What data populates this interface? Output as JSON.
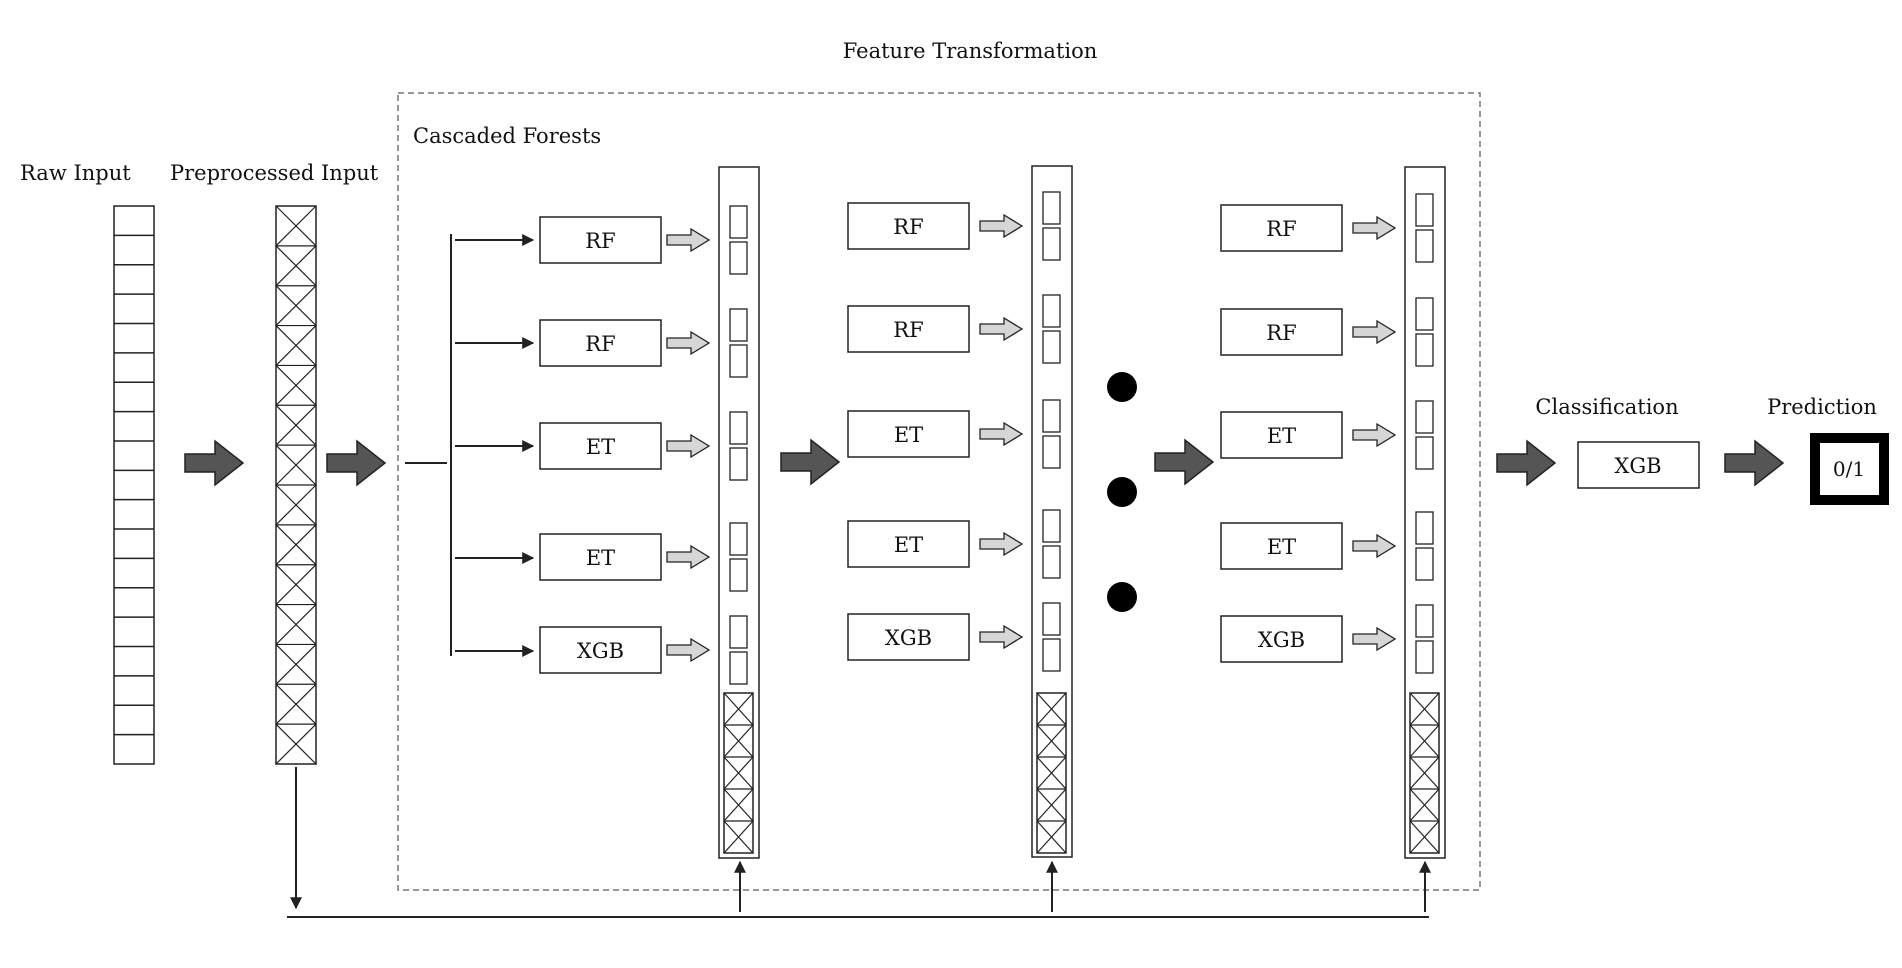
{
  "titles": {
    "feature_transformation": "Feature Transformation",
    "cascaded_forests": "Cascaded Forests",
    "raw_input": "Raw Input",
    "preprocessed_input": "Preprocessed Input",
    "classification": "Classification",
    "prediction": "Prediction"
  },
  "levels": [
    {
      "models": [
        "RF",
        "RF",
        "ET",
        "ET",
        "XGB"
      ]
    },
    {
      "models": [
        "RF",
        "RF",
        "ET",
        "ET",
        "XGB"
      ]
    },
    {
      "models": [
        "RF",
        "RF",
        "ET",
        "ET",
        "XGB"
      ]
    }
  ],
  "classifier": {
    "label": "XGB"
  },
  "prediction": {
    "value": "0/1"
  },
  "colors": {
    "big_arrow": "#555555",
    "small_arrow": "#d6d6d6",
    "stroke": "#222222",
    "dashed_border": "#777777",
    "output_box_border": "#000000"
  }
}
